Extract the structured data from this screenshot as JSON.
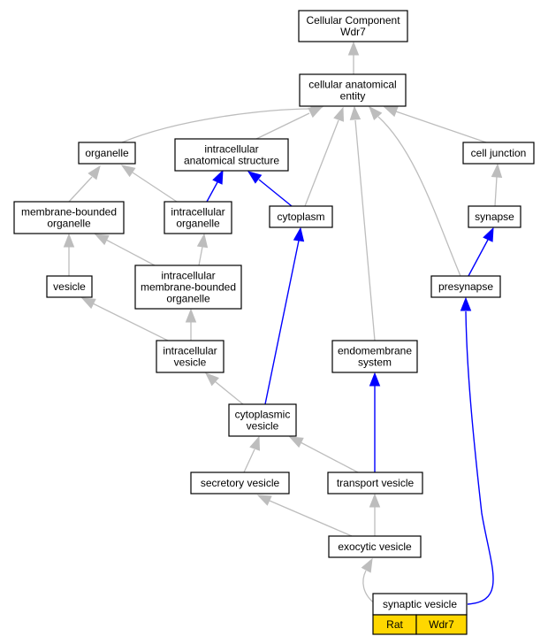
{
  "nodes": {
    "cellular_component_wdr7": [
      "Cellular Component",
      "Wdr7"
    ],
    "cellular_anatomical_entity": [
      "cellular anatomical",
      "entity"
    ],
    "organelle": [
      "organelle"
    ],
    "intracellular_anatomical_structure": [
      "intracellular",
      "anatomical structure"
    ],
    "cell_junction": [
      "cell junction"
    ],
    "membrane_bounded_organelle": [
      "membrane-bounded",
      "organelle"
    ],
    "intracellular_organelle": [
      "intracellular",
      "organelle"
    ],
    "cytoplasm": [
      "cytoplasm"
    ],
    "synapse": [
      "synapse"
    ],
    "vesicle": [
      "vesicle"
    ],
    "intracellular_membrane_bounded_organelle": [
      "intracellular",
      "membrane-bounded",
      "organelle"
    ],
    "presynapse": [
      "presynapse"
    ],
    "intracellular_vesicle": [
      "intracellular",
      "vesicle"
    ],
    "endomembrane_system": [
      "endomembrane",
      "system"
    ],
    "cytoplasmic_vesicle": [
      "cytoplasmic",
      "vesicle"
    ],
    "secretory_vesicle": [
      "secretory vesicle"
    ],
    "transport_vesicle": [
      "transport vesicle"
    ],
    "exocytic_vesicle": [
      "exocytic vesicle"
    ],
    "synaptic_vesicle": [
      "synaptic vesicle"
    ]
  },
  "gene_table": {
    "species": "Rat",
    "gene": "Wdr7",
    "highlight_color": "#ffd700"
  },
  "edge_colors": {
    "is_a": "#bdbdbd",
    "part_of": "#0000ff"
  },
  "edges": [
    {
      "from": "cellular_anatomical_entity",
      "to": "cellular_component_wdr7",
      "type": "is_a"
    },
    {
      "from": "organelle",
      "to": "cellular_anatomical_entity",
      "type": "is_a"
    },
    {
      "from": "intracellular_anatomical_structure",
      "to": "cellular_anatomical_entity",
      "type": "is_a"
    },
    {
      "from": "cell_junction",
      "to": "cellular_anatomical_entity",
      "type": "is_a"
    },
    {
      "from": "cytoplasm",
      "to": "cellular_anatomical_entity",
      "type": "is_a"
    },
    {
      "from": "endomembrane_system",
      "to": "cellular_anatomical_entity",
      "type": "is_a"
    },
    {
      "from": "presynapse",
      "to": "cellular_anatomical_entity",
      "type": "is_a"
    },
    {
      "from": "membrane_bounded_organelle",
      "to": "organelle",
      "type": "is_a"
    },
    {
      "from": "intracellular_organelle",
      "to": "organelle",
      "type": "is_a"
    },
    {
      "from": "intracellular_organelle",
      "to": "intracellular_anatomical_structure",
      "type": "part_of"
    },
    {
      "from": "cytoplasm",
      "to": "intracellular_anatomical_structure",
      "type": "part_of"
    },
    {
      "from": "synapse",
      "to": "cell_junction",
      "type": "is_a"
    },
    {
      "from": "vesicle",
      "to": "membrane_bounded_organelle",
      "type": "is_a"
    },
    {
      "from": "intracellular_membrane_bounded_organelle",
      "to": "membrane_bounded_organelle",
      "type": "is_a"
    },
    {
      "from": "intracellular_membrane_bounded_organelle",
      "to": "intracellular_organelle",
      "type": "is_a"
    },
    {
      "from": "presynapse",
      "to": "synapse",
      "type": "part_of"
    },
    {
      "from": "intracellular_vesicle",
      "to": "vesicle",
      "type": "is_a"
    },
    {
      "from": "intracellular_vesicle",
      "to": "intracellular_membrane_bounded_organelle",
      "type": "is_a"
    },
    {
      "from": "cytoplasmic_vesicle",
      "to": "intracellular_vesicle",
      "type": "is_a"
    },
    {
      "from": "cytoplasmic_vesicle",
      "to": "cytoplasm",
      "type": "part_of"
    },
    {
      "from": "secretory_vesicle",
      "to": "cytoplasmic_vesicle",
      "type": "is_a"
    },
    {
      "from": "transport_vesicle",
      "to": "cytoplasmic_vesicle",
      "type": "is_a"
    },
    {
      "from": "transport_vesicle",
      "to": "endomembrane_system",
      "type": "part_of"
    },
    {
      "from": "exocytic_vesicle",
      "to": "secretory_vesicle",
      "type": "is_a"
    },
    {
      "from": "exocytic_vesicle",
      "to": "transport_vesicle",
      "type": "is_a"
    },
    {
      "from": "synaptic_vesicle",
      "to": "exocytic_vesicle",
      "type": "is_a"
    },
    {
      "from": "synaptic_vesicle",
      "to": "presynapse",
      "type": "part_of"
    }
  ]
}
